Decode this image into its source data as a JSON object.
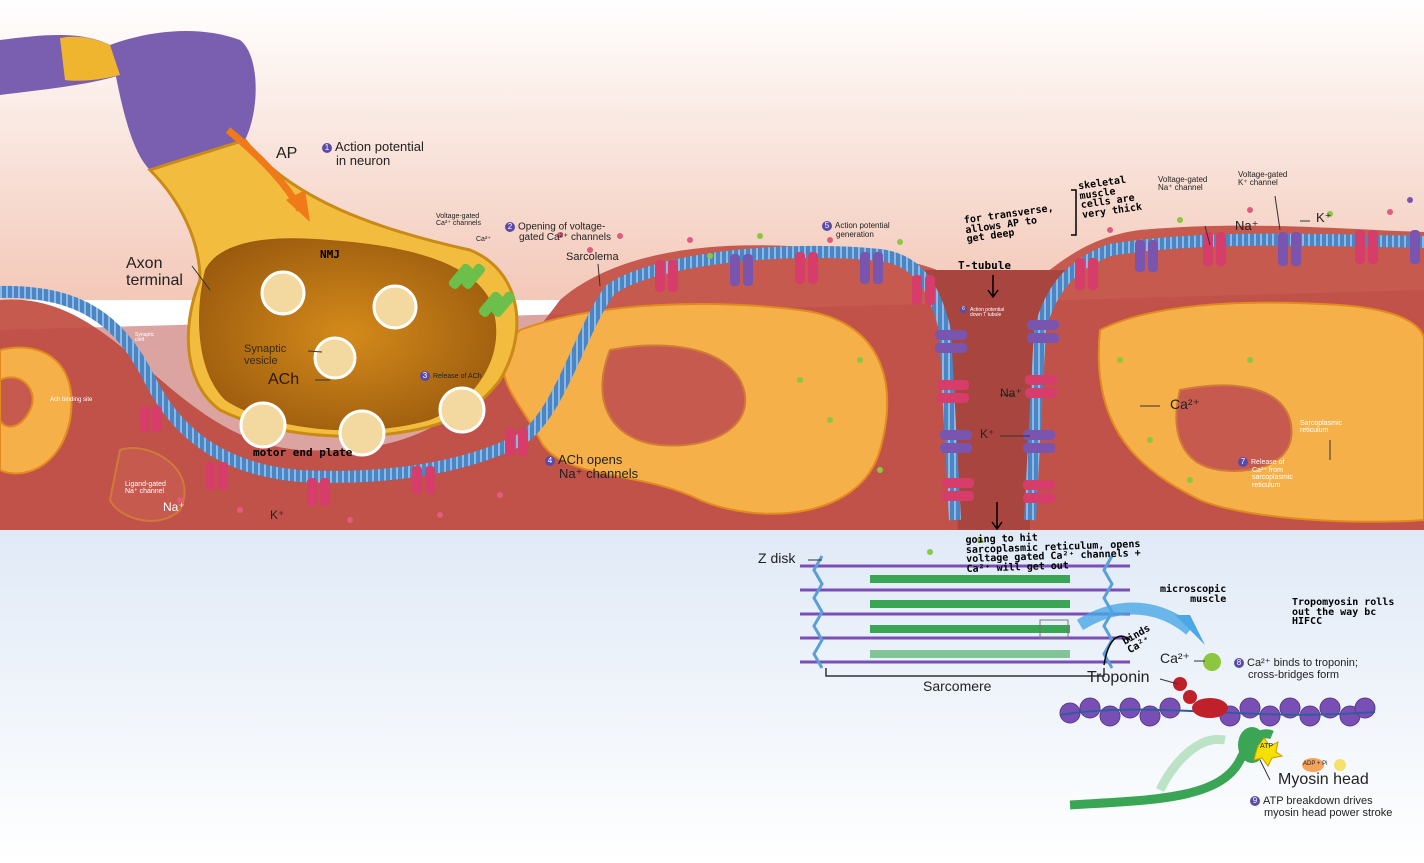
{
  "labels": {
    "ap": "AP",
    "action_potential": [
      "Action potential",
      "in neuron"
    ],
    "nmj": "NMJ",
    "axon_terminal": [
      "Axon",
      "terminal"
    ],
    "synaptic_vesicle": [
      "Synaptic",
      "vesicle"
    ],
    "ach": "ACh",
    "voltage_gated_ca": [
      "Voltage-gated",
      "Ca²⁺ channels"
    ],
    "ca_small": "Ca²⁺",
    "opening_ca": [
      "Opening of voltage-",
      "gated Ca²⁺ channels"
    ],
    "sarcolema": "Sarcolema",
    "release_ach": "Release of ACh",
    "synaptic_cleft": [
      "Synaptic",
      "cleft"
    ],
    "ach_binding_site": "Ach binding site",
    "motor_end_plate": "motor end plate",
    "ligand_gated": [
      "Ligand-gated",
      "Na⁺ channel"
    ],
    "na_left": "Na⁺",
    "k_left": "K⁺",
    "ach_opens": [
      "ACh opens",
      "Na⁺ channels"
    ],
    "ap_generation": [
      "Action potential",
      "generation"
    ],
    "ap_t_tubule": [
      "Action potential",
      "down T tubule"
    ],
    "t_tubule": "T-tubule",
    "for_transverse": [
      "for transverse,",
      "allows AP to",
      "get deep"
    ],
    "skeletal_muscle": [
      "skeletal",
      "muscle",
      "cells are",
      "very thick"
    ],
    "vg_na": [
      "Voltage-gated",
      "Na⁺ channel"
    ],
    "vg_k": [
      "Voltage-gated",
      "K⁺ channel"
    ],
    "na_right": "Na⁺",
    "k_right": "K⁺",
    "na_mid": "Na⁺",
    "k_mid": "K⁺",
    "ca_mid": "Ca²⁺",
    "sarcoplasmic_reticulum": [
      "Sarcoplasmic",
      "reticulum"
    ],
    "release_ca": [
      "Release of",
      "Ca²⁺ from",
      "sarcoplasmic",
      "reticulum"
    ],
    "going_to_hit": [
      "going to hit",
      "sarcoplasmic reticulum, opens",
      "voltage gated Ca²⁺ channels +",
      "Ca²⁺ will get out"
    ],
    "z_disk": "Z disk",
    "sarcomere": "Sarcomere",
    "microscopic": [
      "microscopic",
      "muscle"
    ],
    "tropomyosin": [
      "Tropomyosin rolls",
      "out the way bc",
      "HIFCC"
    ],
    "binds_ca": [
      "binds",
      "Ca²⁺"
    ],
    "ca_trop": "Ca²⁺",
    "troponin": "Troponin",
    "ca_binds_troponin": [
      "Ca²⁺ binds to troponin;",
      "cross-bridges form"
    ],
    "atp": "ATP",
    "adp": "ADP + Pi",
    "myosin_head": "Myosin head",
    "atp_breakdown": [
      "ATP breakdown drives",
      "myosin head power stroke"
    ]
  },
  "steps": [
    "1",
    "2",
    "3",
    "4",
    "5",
    "6",
    "7",
    "8",
    "9"
  ],
  "colors": {
    "membrane": "#4a86c5",
    "axon": "#f0b52e",
    "myelin": "#7a5fb0",
    "muscle_bg": "#c0504d",
    "sr": "#f4a93b",
    "na_channel": "#d63d6b",
    "k_channel": "#7a55b0",
    "ca_ion": "#8dc63f",
    "actin": "#7a4fb5",
    "thick": "#3aa655"
  }
}
